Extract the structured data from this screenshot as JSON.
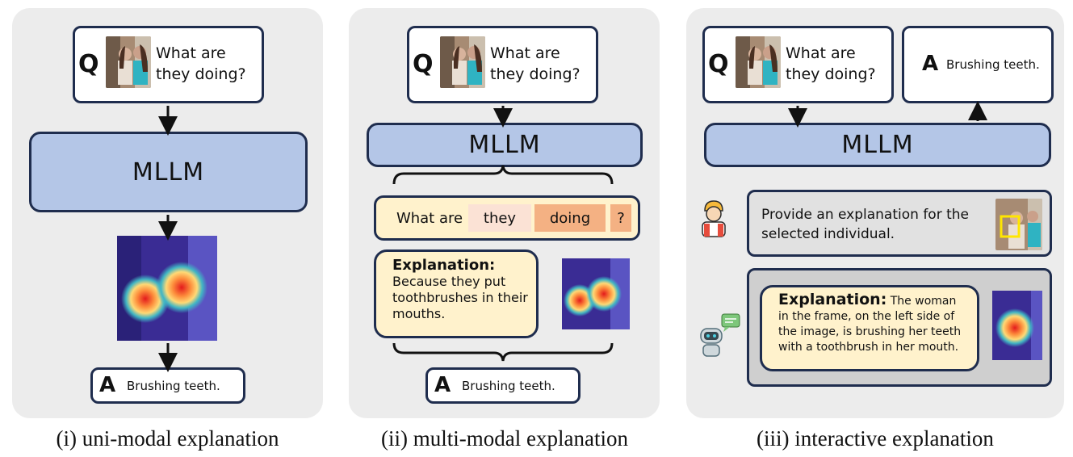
{
  "panels": [
    {
      "caption": "(i) uni-modal explanation",
      "question_letter": "Q",
      "question": "What are they doing?",
      "model": "MLLM",
      "answer_letter": "A",
      "answer": "Brushing teeth."
    },
    {
      "caption": "(ii) multi-modal explanation",
      "question_letter": "Q",
      "question": "What are they doing?",
      "model": "MLLM",
      "tokens": [
        "What are",
        "they",
        "doing",
        "?"
      ],
      "explanation_title": "Explanation:",
      "explanation_text": "Because they put toothbrushes in their mouths.",
      "answer_letter": "A",
      "answer": "Brushing teeth."
    },
    {
      "caption": "(iii) interactive explanation",
      "question_letter": "Q",
      "question": "What are they doing?",
      "model": "MLLM",
      "answer_letter": "A",
      "answer": "Brushing teeth.",
      "user_prompt": "Provide an explanation for the selected individual.",
      "explanation_title": "Explanation:",
      "explanation_text": "The woman in the frame, on the left side of the image, is brushing her teeth with a toothbrush in her mouth."
    }
  ],
  "colors": {
    "panel_bg": "#ececec",
    "border": "#1f2d4e",
    "mllm_fill": "#b4c6e7",
    "explanation_fill": "#fff2cc",
    "token_low": "#fbe2d5",
    "token_high": "#f4b183"
  },
  "icons": [
    "user-avatar-icon",
    "robot-chat-icon"
  ]
}
